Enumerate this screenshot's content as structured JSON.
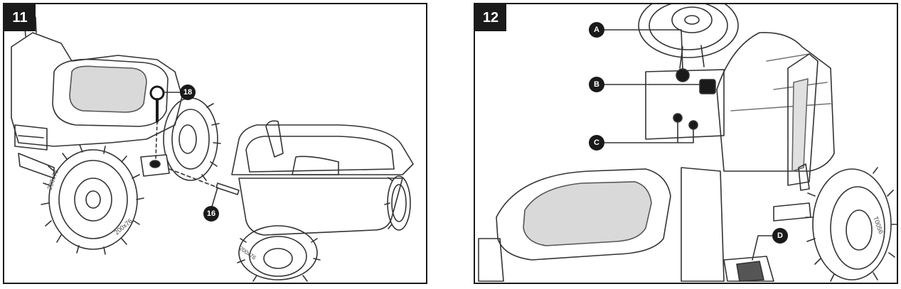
{
  "steps": [
    {
      "number": "11",
      "callouts": [
        "18",
        "16"
      ],
      "tire_text": [
        "200x76",
        "200x76",
        "200x76"
      ]
    },
    {
      "number": "12",
      "callouts": [
        "A",
        "B",
        "C",
        "D"
      ],
      "tire_text": [
        "T0056"
      ]
    }
  ],
  "colors": {
    "ink": "#1a1a1a",
    "line": "#333333",
    "paper": "#ffffff"
  }
}
